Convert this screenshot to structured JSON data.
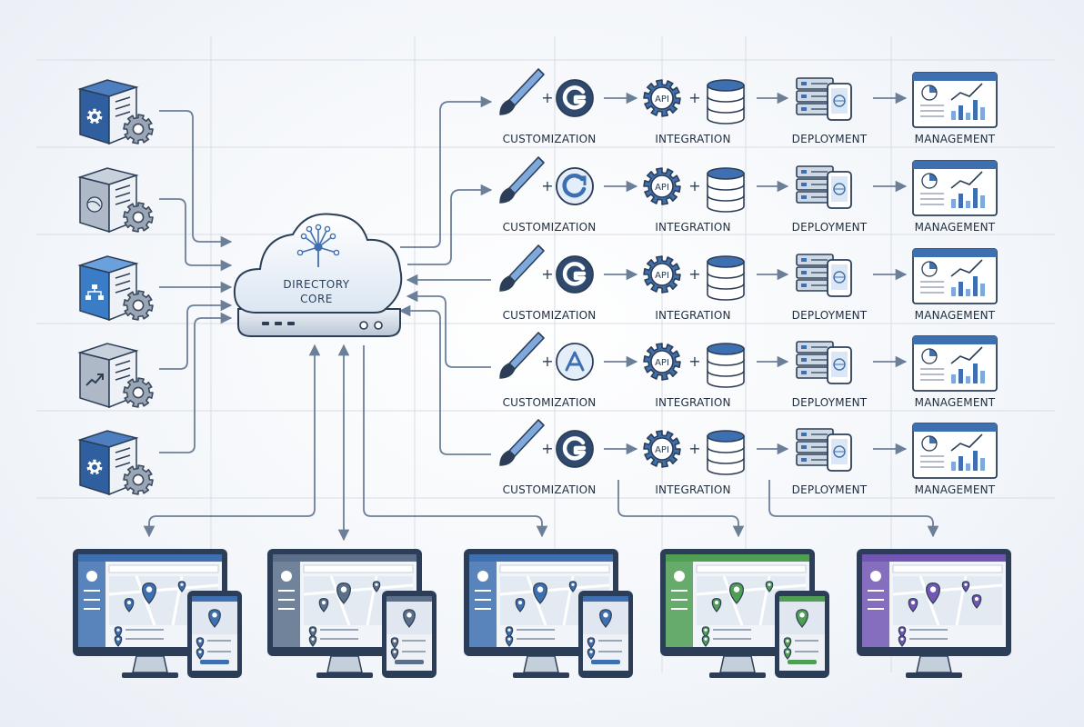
{
  "core": {
    "line1": "DIRECTORY",
    "line2": "CORE"
  },
  "pipeline": {
    "steps": [
      "CUSTOMIZATION",
      "INTEGRATION",
      "DEPLOYMENT",
      "MANAGEMENT"
    ],
    "api_text": "API",
    "plus": "+"
  },
  "pipeline_rows": [
    {
      "brand_icon": "g-logo-icon"
    },
    {
      "brand_icon": "refresh-g-icon"
    },
    {
      "brand_icon": "g-logo-icon"
    },
    {
      "brand_icon": "app-store-icon"
    },
    {
      "brand_icon": "g-logo-icon"
    }
  ],
  "sources": [
    {
      "icon": "gear-icon"
    },
    {
      "icon": "globe-icon"
    },
    {
      "icon": "hierarchy-icon"
    },
    {
      "icon": "trend-up-icon"
    },
    {
      "icon": "gear-icon"
    }
  ],
  "devices": [
    {
      "theme": "blue"
    },
    {
      "theme": "slate"
    },
    {
      "theme": "blue"
    },
    {
      "theme": "green"
    },
    {
      "theme": "purple"
    }
  ],
  "colors": {
    "ink": "#2c3e57",
    "arrow": "#6c7f98",
    "accent_blue": "#3e6fb0",
    "light_blue": "#5e93cf",
    "slate": "#5b6f8a",
    "green": "#4f9e54",
    "purple": "#7156b3",
    "grid": "#d7dee8"
  }
}
